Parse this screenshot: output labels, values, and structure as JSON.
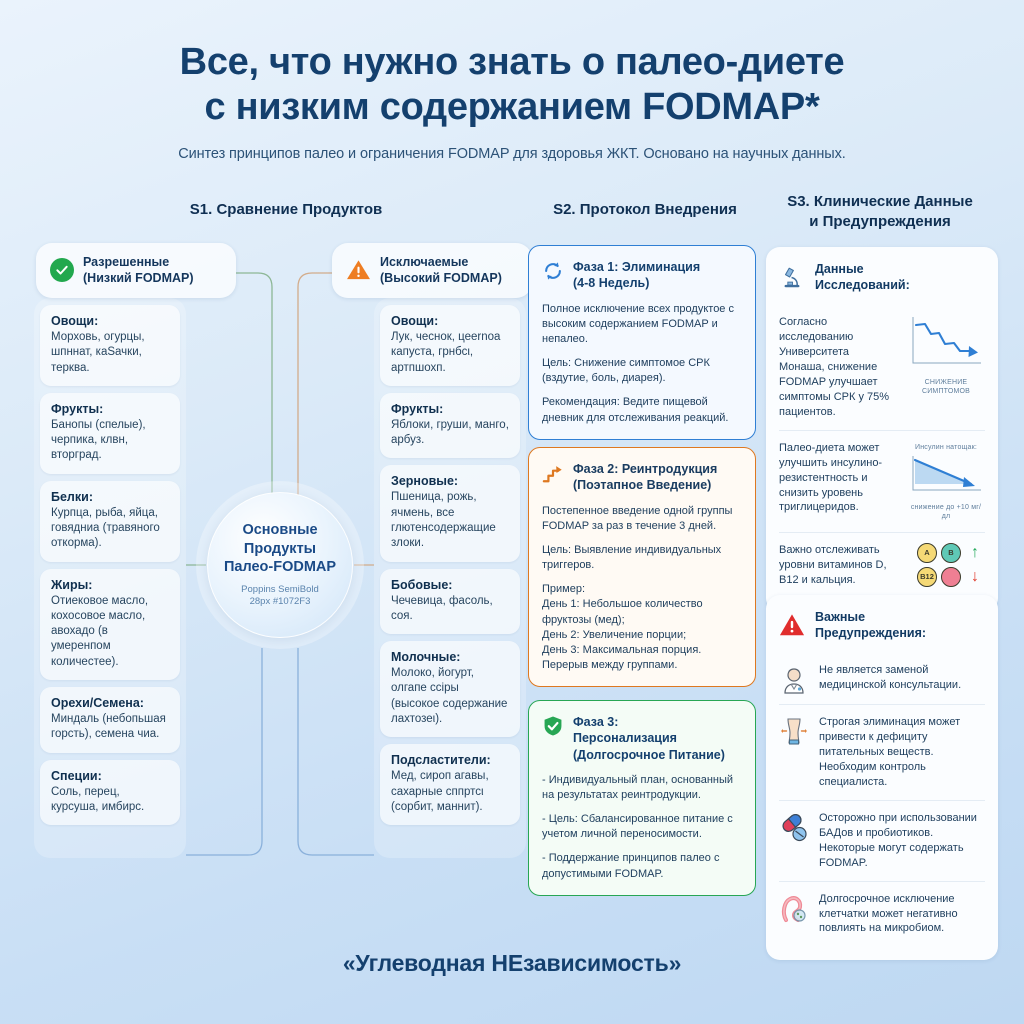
{
  "header": {
    "title_line1": "Все, что нужно знать о палео-диете",
    "title_line2": "с низким содержанием FODMAP*",
    "subtitle": "Синтез принципов палео и ограничения FODMAP для здоровья ЖКТ. Основано на научных данных."
  },
  "sections": {
    "s1_title": "S1. Сравнение Продуктов",
    "s2_title": "S2. Протокол Внедрения",
    "s3_title_line1": "S3. Клинические Данные",
    "s3_title_line2": "и Предупреждения"
  },
  "s1": {
    "allowed": {
      "pill_label_line1": "Разрешенные",
      "pill_label_line2": "(Низкий FODMAP)",
      "icon": "check-circle-icon",
      "accent": "#22a84e",
      "items": [
        {
          "heading": "Овощи:",
          "body": "Морховь, огурцы, шпннат, каSачки, терква."
        },
        {
          "heading": "Фрукты:",
          "body": "Банопы (спелые), черпика, клвн, вторград."
        },
        {
          "heading": "Белки:",
          "body": "Курпца, рыба, яйца, говядниа (травяного откорма)."
        },
        {
          "heading": "Жиры:",
          "body": "Отиековое масло, кохосовое масло, авохадо (в умеренпом количестее)."
        },
        {
          "heading": "Орехи/Семена:",
          "body": "Миндаль (небопьшая горсть), семена чиа."
        },
        {
          "heading": "Специи:",
          "body": "Соль, перец, курсуша, имбирс."
        }
      ]
    },
    "excluded": {
      "pill_label_line1": "Исключаемые",
      "pill_label_line2": "(Высокий FODMAP)",
      "icon": "warning-triangle-icon",
      "accent": "#ee7d23",
      "items": [
        {
          "heading": "Овощи:",
          "body": "Лук, чеснок, цеernoa капуста, грнбсι, артпшохп."
        },
        {
          "heading": "Фрукты:",
          "body": "Яблоки, груши, манго, арбуз."
        },
        {
          "heading": "Зерновые:",
          "body": "Пшеница, рожь, ячмень, все глютенсодержащие злоки."
        },
        {
          "heading": "Бобовые:",
          "body": "Чечевица, фасоль, соя."
        },
        {
          "heading": "Молочные:",
          "body": "Молоко, йогурт, олгапе ссіры (высокое содержание лахтозеι)."
        },
        {
          "heading": "Подсластители:",
          "body": "Мед, сироп агавы, сахарные сппртсι (сорбит, маннит)."
        }
      ]
    },
    "hub": {
      "title_line1": "Основные",
      "title_line2": "Продукты",
      "title_line3": "Палео-FODMAP",
      "spec_line1": "Poppins SemiBold",
      "spec_line2": "28px #1072F3"
    }
  },
  "s2": {
    "phases": [
      {
        "icon": "refresh-cycle-icon",
        "accent": "#2f7fd4",
        "title_line1": "Фаза 1: Элиминация",
        "title_line2": "(4-8 Недель)",
        "paragraphs": [
          "Полное исключение всех продуктое с высоким содержанием FODMAP и непалео.",
          "Цель: Снижение симптомое СРК (вздутие, боль, диарея).",
          "Рекомендация: Ведите пищевой дневник для отслеживания реакций."
        ]
      },
      {
        "icon": "stairs-up-arrow-icon",
        "accent": "#de7820",
        "title_line1": "Фаза 2: Реинтродукция",
        "title_line2": "(Поэтапное Введение)",
        "paragraphs": [
          "Постепенное введение одной группы FODMAP за раз в течение 3 дней.",
          "Цель: Выявление индивидуальных триггеров.",
          "Пример:\nДень 1: Небольшое количество фруктозы (мед);\nДень 2: Увеличение порции;\nДень 3: Максимальная порция.\nПерерыв между группами."
        ]
      },
      {
        "icon": "shield-check-icon",
        "accent": "#27a654",
        "title_line1": "Фаза 3:",
        "title_line2": "Персонализация",
        "title_line3": "(Долгосрочное Питание)",
        "paragraphs": [
          "- Индивидуальный план, основанный на результатах реинтродукции.",
          "- Цель: Сбалансированное питание с учетом личной переносимости.",
          "- Поддержание принципов палео с допустимыми FODMAP."
        ]
      }
    ]
  },
  "s3": {
    "research": {
      "icon": "microscope-icon",
      "head_line1": "Данные",
      "head_line2": "Исследований:",
      "rows": [
        {
          "text": "Согласно исследованию Университета Монаша, снижение FODMAP улучшает симптомы СРК у 75% пациентов.",
          "chart": "declining-line-arrow",
          "caption": "СНИЖЕНИЕ СИМПТОМОВ"
        },
        {
          "text": "Палео-диета может улучшить инсулино-резистентность и снизить уровень триглицеридов.",
          "chart": "declining-wedge-arrow",
          "caption_top": "Инсулин натощак:",
          "caption": "снижение до +10 мг/дл"
        },
        {
          "text": "Важно отслеживать уровни витаминов D, B12 и кальция.",
          "badges": [
            "A",
            "B",
            "B12"
          ],
          "arrow_up": "↑",
          "arrow_down": "↓"
        }
      ]
    },
    "warnings": {
      "icon": "alert-triangle-icon",
      "head_line1": "Важные",
      "head_line2": "Предупреждения:",
      "rows": [
        {
          "icon": "doctor-icon",
          "text": "Не является заменой медицинской консультации."
        },
        {
          "icon": "torso-icon",
          "text": "Строгая элиминация может привести к дефициту питательных веществ. Необходим контроль специалиста."
        },
        {
          "icon": "pills-icon",
          "text": "Осторожно при использовании БАДов и пробиотиков. Некоторые могут содержать FODMAP."
        },
        {
          "icon": "intestine-icon",
          "text": "Долгосрочное исключение клетчатки может негативно повлиять на микробиом."
        }
      ]
    }
  },
  "footer": {
    "text": "«Углеводная НЕзависимость»"
  }
}
